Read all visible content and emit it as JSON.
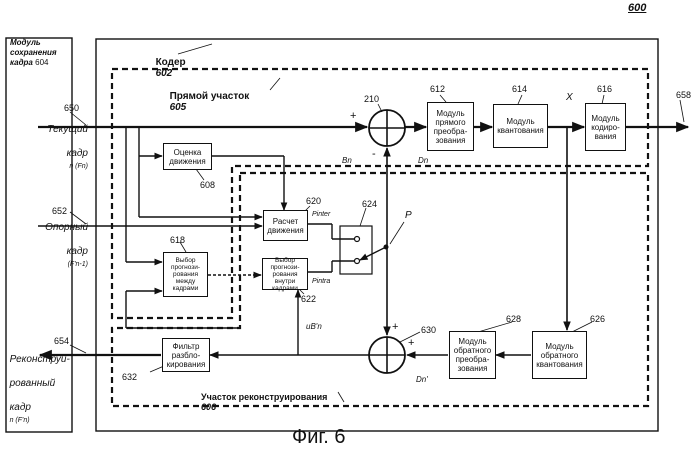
{
  "figure_number": "600",
  "caption": "Фиг. 6",
  "frame_module": {
    "title_line1": "Модуль",
    "title_line2": "сохранения",
    "title_line3": "кадра",
    "number": "604"
  },
  "encoder": {
    "title": "Кодер",
    "number": "602"
  },
  "forward_path": {
    "title": "Прямой участок",
    "number": "605"
  },
  "reconstruction_path": {
    "title": "Участок реконструирования",
    "number": "606"
  },
  "blocks": {
    "forward_transform": {
      "line1": "Модуль",
      "line2": "прямого",
      "line3": "преобра-",
      "line4": "зования",
      "number": "612"
    },
    "quantization": {
      "line1": "Модуль",
      "line2": "квантования",
      "number": "614"
    },
    "coding": {
      "line1": "Модуль",
      "line2": "кодиро-",
      "line3": "вания",
      "number": "616"
    },
    "motion_estimation": {
      "line1": "Оценка",
      "line2": "движения",
      "number": "608"
    },
    "motion_compensation": {
      "line1": "Расчет",
      "line2": "движения",
      "number": "620"
    },
    "inter_prediction": {
      "line1": "Выбор",
      "line2": "прогнози-",
      "line3": "рования",
      "line4": "между",
      "line5": "кадрами",
      "number": "618"
    },
    "intra_prediction": {
      "line1": "Выбор",
      "line2": "прогнози-",
      "line3": "рования",
      "line4": "внутри",
      "line5": "кадрами",
      "number": "622"
    },
    "deblocking": {
      "line1": "Фильтр",
      "line2": "разбло-",
      "line3": "кирования",
      "number": "632"
    },
    "inverse_transform": {
      "line1": "Модуль",
      "line2": "обратного",
      "line3": "преобра-",
      "line4": "зования",
      "number": "628"
    },
    "inverse_quantization": {
      "line1": "Модуль",
      "line2": "обратного",
      "line3": "квантования",
      "number": "626"
    }
  },
  "inputs": {
    "current_frame": {
      "line1": "Текущий",
      "line2": "кадр",
      "sym": "n (Fn)",
      "number": "650"
    },
    "reference_frame": {
      "line1": "Опорный",
      "line2": "кадр",
      "sym": "(F'n-1)",
      "number": "652"
    },
    "reconstructed_frame": {
      "line1": "Реконструи-",
      "line2": "рованный",
      "line3": "кадр",
      "sym": "n (F'n)",
      "number": "654"
    }
  },
  "signals": {
    "adder_top_number": "210",
    "adder_bottom_number": "630",
    "plus": "+",
    "minus": "-",
    "bn": "Bn",
    "dn": "Dn",
    "dn_prime": "Dn'",
    "x": "X",
    "p": "P",
    "p_inter": "Pinter",
    "p_intra": "Pintra",
    "ub_n": "uB'n",
    "switch_number": "624",
    "output_number": "658"
  }
}
